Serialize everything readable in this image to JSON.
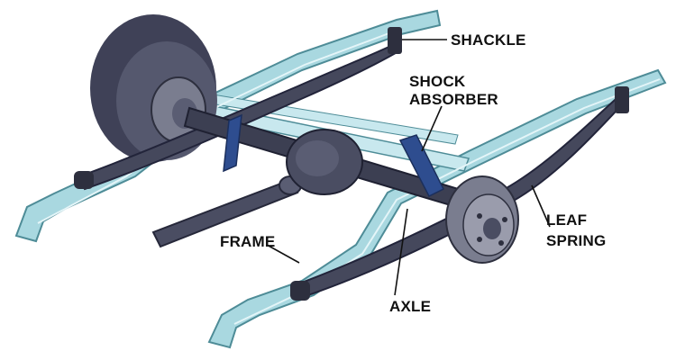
{
  "labels": {
    "shackle": "SHACKLE",
    "shock_line1": "SHOCK",
    "shock_line2": "ABSORBER",
    "frame": "FRAME",
    "axle": "AXLE",
    "leaf_line1": "LEAF",
    "leaf_line2": "SPRING"
  },
  "colors": {
    "frame": "#a9d8e0",
    "frame_edge": "#4e8c97",
    "tire": "#3f4157",
    "hub": "#5a5d73",
    "drum": "#7a7d8f",
    "axle": "#3c3f52",
    "shock": "#2e4d8f",
    "leaf_spring": "#45485c",
    "line": "#111111"
  }
}
